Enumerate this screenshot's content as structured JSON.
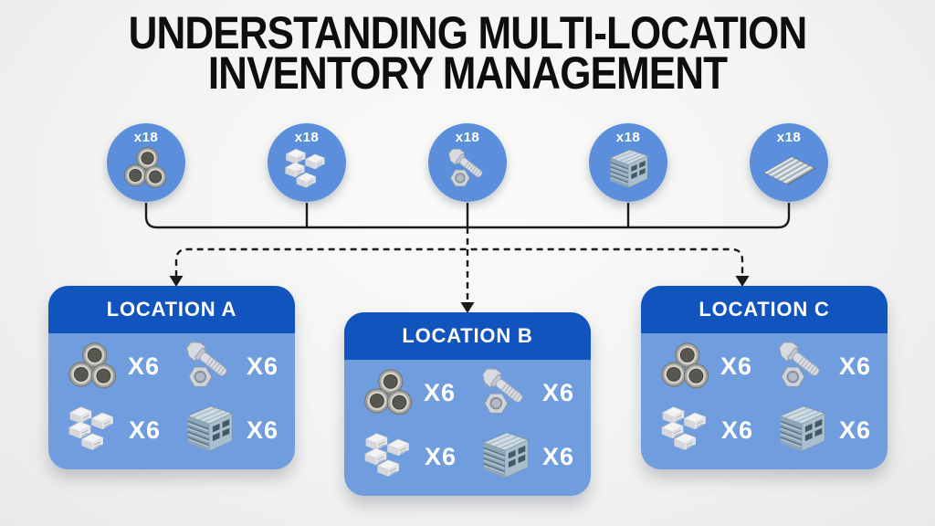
{
  "title": {
    "line1": "UNDERSTANDING MULTI-LOCATION",
    "line2": "INVENTORY MANAGEMENT"
  },
  "warehouse_items": [
    {
      "icon": "pipes-icon",
      "qty_label": "x18"
    },
    {
      "icon": "blocks-icon",
      "qty_label": "x18"
    },
    {
      "icon": "bolt-icon",
      "qty_label": "x18"
    },
    {
      "icon": "extrusion-icon",
      "qty_label": "x18"
    },
    {
      "icon": "roofing-icon",
      "qty_label": "x18"
    }
  ],
  "locations": [
    {
      "name": "LOCATION A",
      "items": [
        {
          "icon": "pipes-icon",
          "qty_label": "X6"
        },
        {
          "icon": "bolt-icon",
          "qty_label": "X6"
        },
        {
          "icon": "blocks-icon",
          "qty_label": "X6"
        },
        {
          "icon": "extrusion-icon",
          "qty_label": "X6"
        }
      ]
    },
    {
      "name": "LOCATION B",
      "items": [
        {
          "icon": "pipes-icon",
          "qty_label": "X6"
        },
        {
          "icon": "bolt-icon",
          "qty_label": "X6"
        },
        {
          "icon": "blocks-icon",
          "qty_label": "X6"
        },
        {
          "icon": "extrusion-icon",
          "qty_label": "X6"
        }
      ]
    },
    {
      "name": "LOCATION C",
      "items": [
        {
          "icon": "pipes-icon",
          "qty_label": "X6"
        },
        {
          "icon": "bolt-icon",
          "qty_label": "X6"
        },
        {
          "icon": "blocks-icon",
          "qty_label": "X6"
        },
        {
          "icon": "extrusion-icon",
          "qty_label": "X6"
        }
      ]
    }
  ],
  "colors": {
    "circle_blue": "#5b8fdb",
    "card_header_blue": "#1254bd",
    "card_body_blue": "#6f9ddd",
    "connector_black": "#1b1b1b",
    "title_black": "#0e0e0e",
    "label_white": "#ffffff",
    "background_gray": "#f3f3f2"
  }
}
